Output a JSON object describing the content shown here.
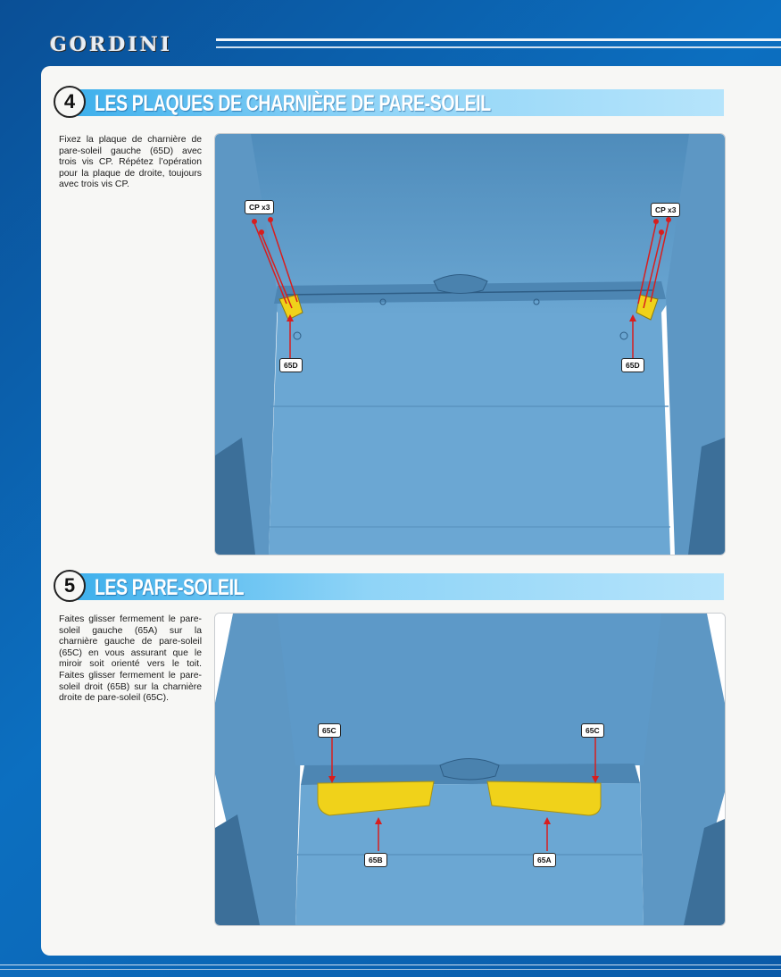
{
  "header": {
    "logo_text": "GORDINI"
  },
  "sections": [
    {
      "number": "4",
      "title": "LES PLAQUES DE CHARNIÈRE DE PARE-SOLEIL",
      "description": "Fixez la plaque de charnière de pare-soleil gauche (65D) avec trois vis CP. Répétez l’opération pour la plaque de droite, toujours avec trois vis CP.",
      "callouts": {
        "screws_left": "CP x3",
        "screws_right": "CP x3",
        "part_left": "65D",
        "part_right": "65D"
      }
    },
    {
      "number": "5",
      "title": "LES PARE-SOLEIL",
      "description": "Faites glisser fermement le pare-soleil gauche (65A) sur la charnière gauche de pare-soleil (65C) en vous assurant que le miroir soit orienté vers le toit. Faites glisser fermement le pare-soleil droit (65B) sur la charnière droite de pare-soleil (65C).",
      "callouts": {
        "hinge_left": "65C",
        "hinge_right": "65C",
        "visor_left": "65B",
        "visor_right": "65A"
      }
    }
  ],
  "colors": {
    "background_blue": "#0a5aa8",
    "section_bar": "#8fd4f7",
    "model_blue": "#5c98c6",
    "part_yellow": "#f0d21a",
    "arrow_red": "#d81e1e"
  }
}
